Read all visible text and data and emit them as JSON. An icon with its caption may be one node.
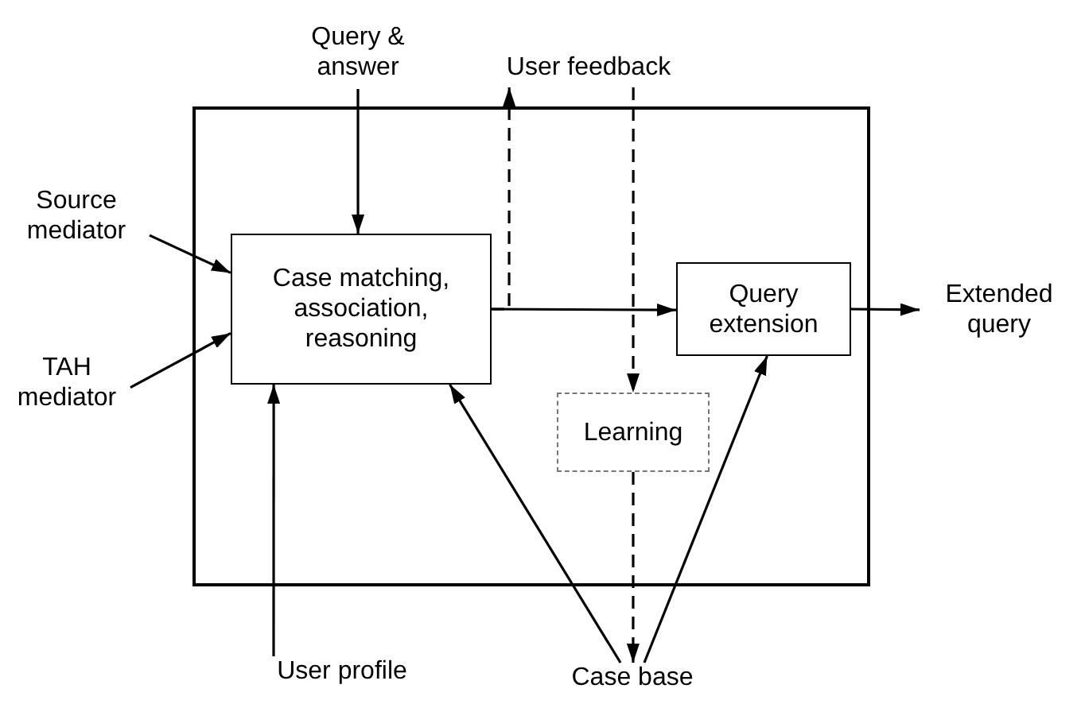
{
  "diagram": {
    "nodes": [
      {
        "text": [],
        "shape": "box"
      },
      {
        "text": [
          "Case matching, association, reasoning"
        ],
        "in": 0
      },
      {
        "text": [
          "Query extension"
        ],
        "in": 0
      },
      {
        "text": [
          "Learning"
        ],
        "in": 0
      },
      {
        "text": [
          "Query & answer"
        ]
      },
      {
        "text": [
          "User feedback"
        ]
      },
      {
        "text": [
          "Source mediator"
        ]
      },
      {
        "text": [
          "TAH mediator"
        ]
      },
      {
        "text": [
          "Extended query"
        ]
      },
      {
        "text": [
          "User profile"
        ]
      },
      {
        "text": [
          "Case base"
        ]
      }
    ],
    "edges": [
      {
        "from": 4,
        "to": 1,
        "arrow": "to"
      },
      {
        "from": 6,
        "to": 1,
        "arrow": "to"
      },
      {
        "from": 7,
        "to": 1,
        "arrow": "to"
      },
      {
        "from": 9,
        "to": 1,
        "arrow": "to"
      },
      {
        "from": 1,
        "to": 2,
        "arrow": "to"
      },
      {
        "from": 1,
        "to": 5,
        "arrow": "to",
        "style": "dashed"
      },
      {
        "from": 5,
        "to": 3,
        "arrow": "to",
        "style": "dashed"
      },
      {
        "from": 3,
        "to": 10,
        "arrow": "to",
        "style": "dashed"
      },
      {
        "from": 10,
        "to": 1,
        "arrow": "to"
      },
      {
        "from": 10,
        "to": 2,
        "arrow": "to"
      },
      {
        "from": 2,
        "to": 8,
        "arrow": "to"
      }
    ]
  }
}
